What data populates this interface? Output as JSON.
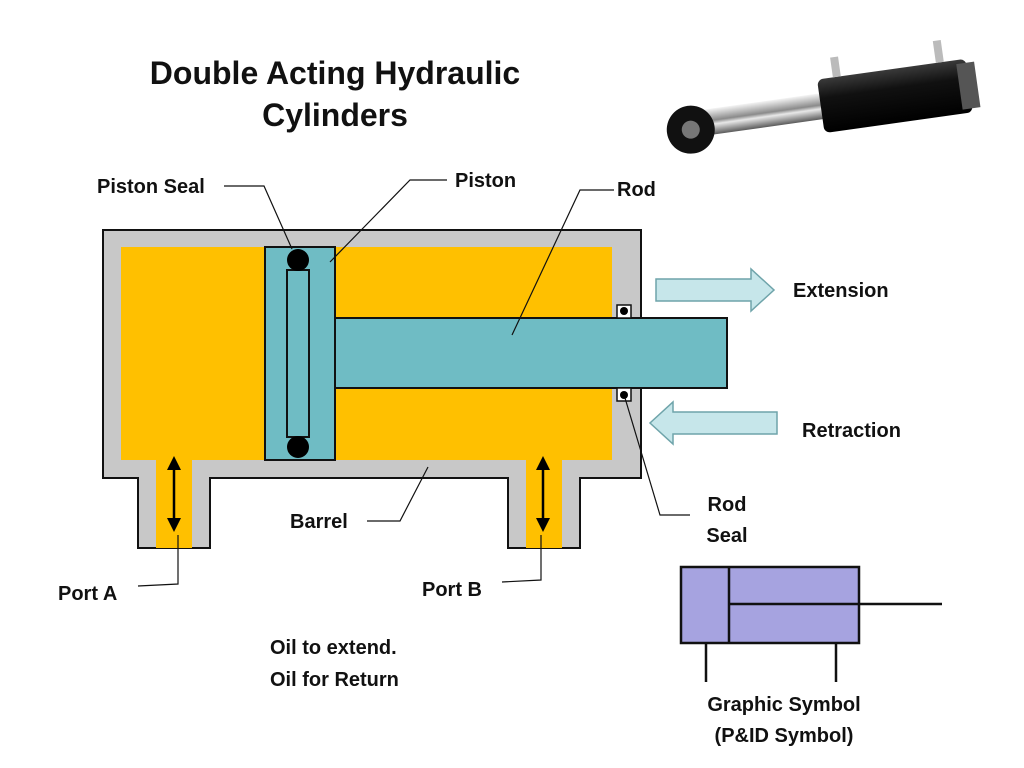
{
  "title": {
    "line1": "Double Acting Hydraulic",
    "line2": "Cylinders"
  },
  "labels": {
    "piston_seal": "Piston Seal",
    "piston": "Piston",
    "rod": "Rod",
    "extension": "Extension",
    "retraction": "Retraction",
    "rod_seal_line1": "Rod",
    "rod_seal_line2": "Seal",
    "barrel": "Barrel",
    "port_a": "Port A",
    "port_b": "Port B",
    "oil_extend": "Oil to extend.",
    "oil_return": "Oil for Return",
    "symbol_line1": "Graphic Symbol",
    "symbol_line2": "(P&ID Symbol)"
  },
  "colors": {
    "oil": "#FFC000",
    "barrel": "#C8C8C8",
    "piston_rod": "#6FBCC4",
    "arrow": "#C6E6EA",
    "symbol": "#A6A3E0"
  }
}
